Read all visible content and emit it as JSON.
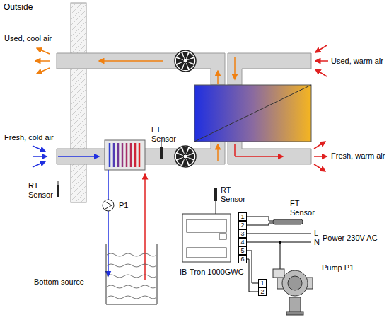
{
  "diagram": {
    "nodes": [
      {
        "text": [
          "1"
        ]
      },
      {
        "text": [
          "2"
        ]
      },
      {
        "text": [
          "3"
        ]
      },
      {
        "text": [
          "4"
        ]
      },
      {
        "text": [
          "5"
        ]
      },
      {
        "text": [
          "6"
        ]
      },
      {
        "text": [
          "1"
        ]
      },
      {
        "text": [
          "2"
        ]
      }
    ],
    "edges": [
      {
        "from": 4,
        "to": 6,
        "arrow": "none"
      },
      {
        "from": 5,
        "to": 7,
        "arrow": "none"
      }
    ],
    "labels": [
      "Outside",
      "Used, cool air",
      "Used, warm air",
      "Fresh, cold air",
      "FT Sensor",
      "Fresh, warm air",
      "RT Sensor",
      "P1",
      "Bottom source",
      "RT Sensor",
      "FT Sensor",
      "L",
      "N",
      "Power 230V AC",
      "IB-Tron 1000GWC",
      "Pump P1"
    ]
  }
}
